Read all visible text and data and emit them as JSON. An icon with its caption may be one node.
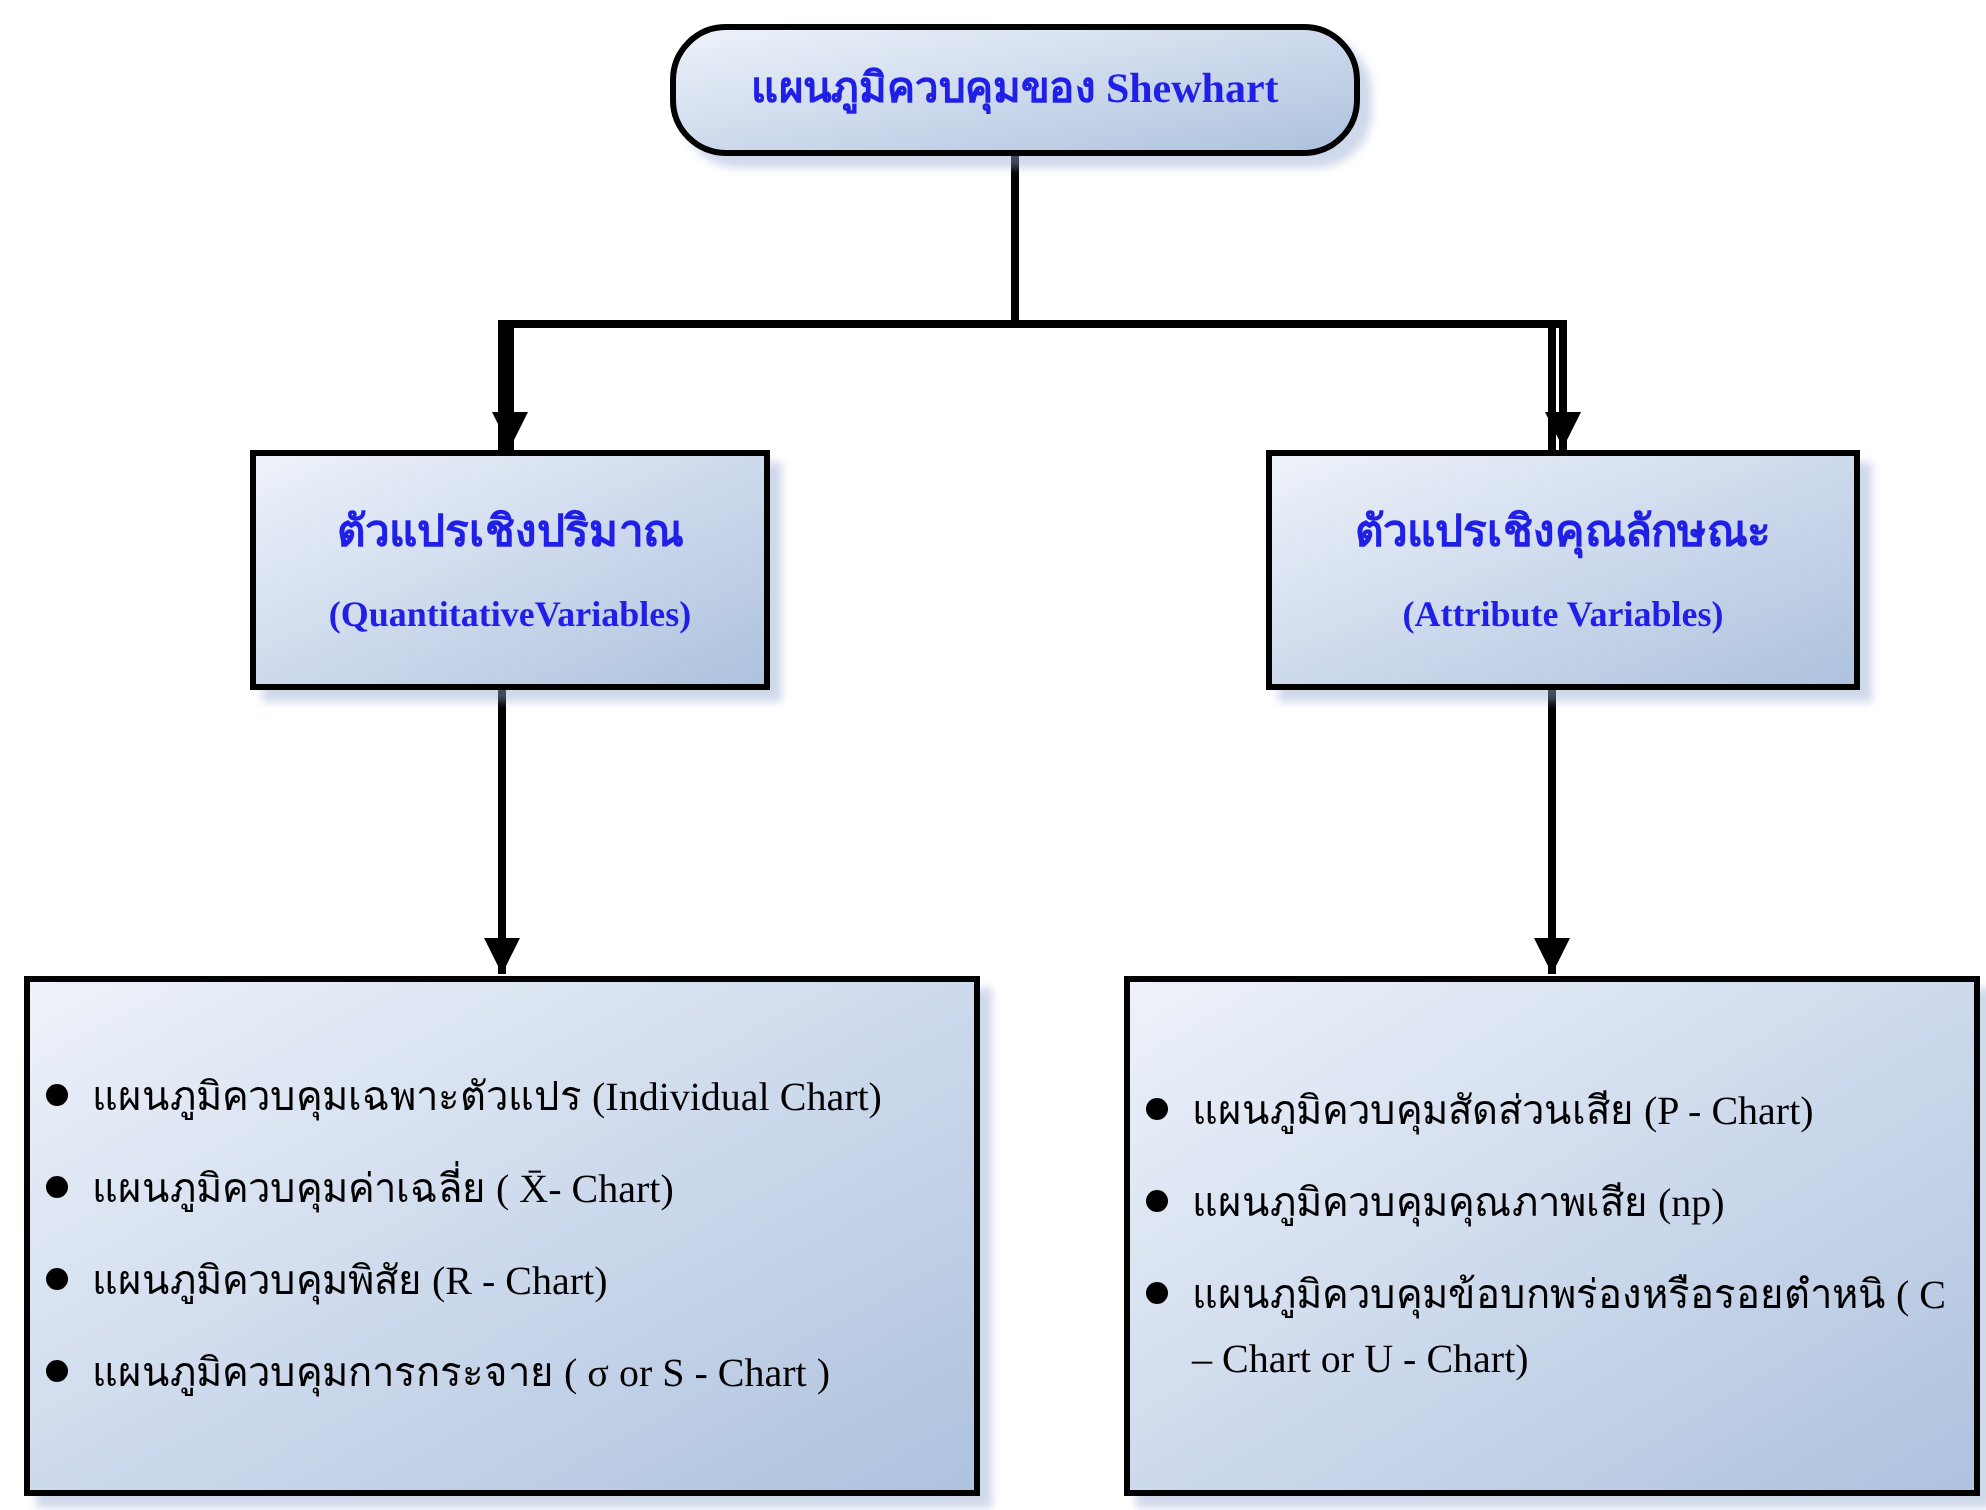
{
  "diagram": {
    "nodes": [
      {
        "text": [
          "แผนภูมิควบคุมของ Shewhart"
        ]
      },
      {
        "text": [
          "ตัวแปรเชิงปริมาณ",
          "(QuantitativeVariables)"
        ]
      },
      {
        "text": [
          "ตัวแปรเชิงคุณลักษณะ",
          "(Attribute Variables)"
        ]
      },
      {
        "text": [
          "แผนภูมิควบคุมเฉพาะตัวแปร (Individual Chart)",
          "แผนภูมิควบคุมค่าเฉลี่ย ( X̄- Chart)",
          "แผนภูมิควบคุมพิสัย (R - Chart)",
          "แผนภูมิควบคุมการกระจาย ( σ or S - Chart )"
        ]
      },
      {
        "text": [
          "แผนภูมิควบคุมสัดส่วนเสีย (P - Chart)",
          "แผนภูมิควบคุมคุณภาพเสีย (np)",
          "แผนภูมิควบคุมข้อบกพร่องหรือรอยตำหนิ ( C – Chart or U - Chart)"
        ]
      }
    ],
    "edges": [
      {
        "from": 0,
        "to": 1,
        "arrow": "to"
      },
      {
        "from": 0,
        "to": 2,
        "arrow": "to"
      },
      {
        "from": 1,
        "to": 3,
        "arrow": "to"
      },
      {
        "from": 2,
        "to": 4,
        "arrow": "to"
      }
    ]
  }
}
